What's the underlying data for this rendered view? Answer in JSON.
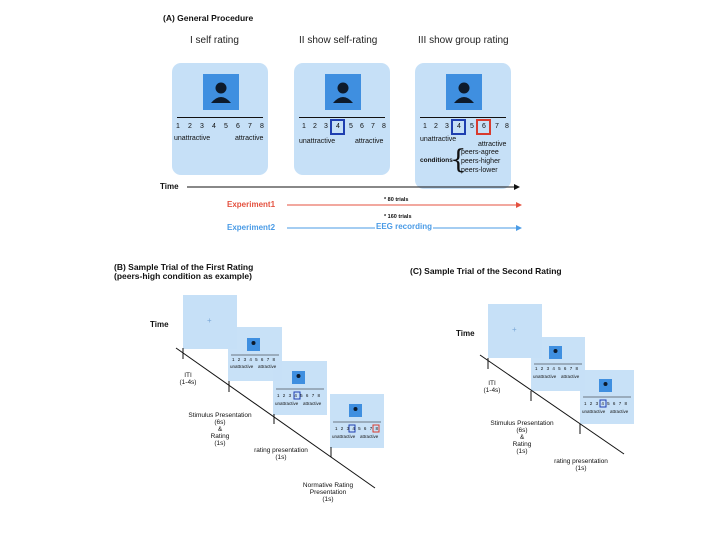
{
  "panel_a": {
    "title": "(A) General Procedure",
    "stages": [
      "I self rating",
      "II show self-rating",
      "III show group rating"
    ],
    "scale_numbers": [
      "1",
      "2",
      "3",
      "4",
      "5",
      "6",
      "7",
      "8"
    ],
    "label_low": "unattractive",
    "label_high": "attractive",
    "self_choice": "4",
    "group_choice": "6",
    "conditions_label": "conditions",
    "conditions": [
      "peers-agree",
      "peers-higher",
      "peers-lower"
    ],
    "time_label": "Time",
    "exp1_label": "Experiment1",
    "exp1_trials": "* 80 trials",
    "exp2_label": "Experiment2",
    "exp2_trials": "* 160 trials",
    "exp2_note": "EEG recording",
    "colors": {
      "exp1": "#e4513f",
      "exp2": "#4a9be6",
      "card": "#c6e0f7",
      "photo": "#3f8fe0",
      "self_box": "#1f3fb0",
      "group_box": "#d83a2e"
    }
  },
  "panel_b": {
    "title_line1": "(B) Sample Trial of the First Rating",
    "title_line2": "(peers-high condition as example)",
    "time_label": "Time",
    "iti_label": "ITI",
    "iti_dur": "(1-4s)",
    "stim_line1": "Stimulus Presentation",
    "stim_line2": "(6s)",
    "stim_line3": "&",
    "stim_line4": "Rating",
    "stim_line5": "(1s)",
    "rating_pres": "rating presentation",
    "rating_dur": "(1s)",
    "norm_line1": "Normative Rating",
    "norm_line2": "Presentation",
    "norm_dur": "(1s)",
    "fixation": "+"
  },
  "panel_c": {
    "title": "(C) Sample Trial of the Second Rating",
    "time_label": "Time",
    "iti_label": "ITI",
    "iti_dur": "(1-4s)",
    "stim_line1": "Stimulus Presentation",
    "stim_line2": "(6s)",
    "stim_line3": "&",
    "stim_line4": "Rating",
    "stim_line5": "(1s)",
    "rating_pres": "rating presentation",
    "rating_dur": "(1s)",
    "fixation": "+"
  }
}
